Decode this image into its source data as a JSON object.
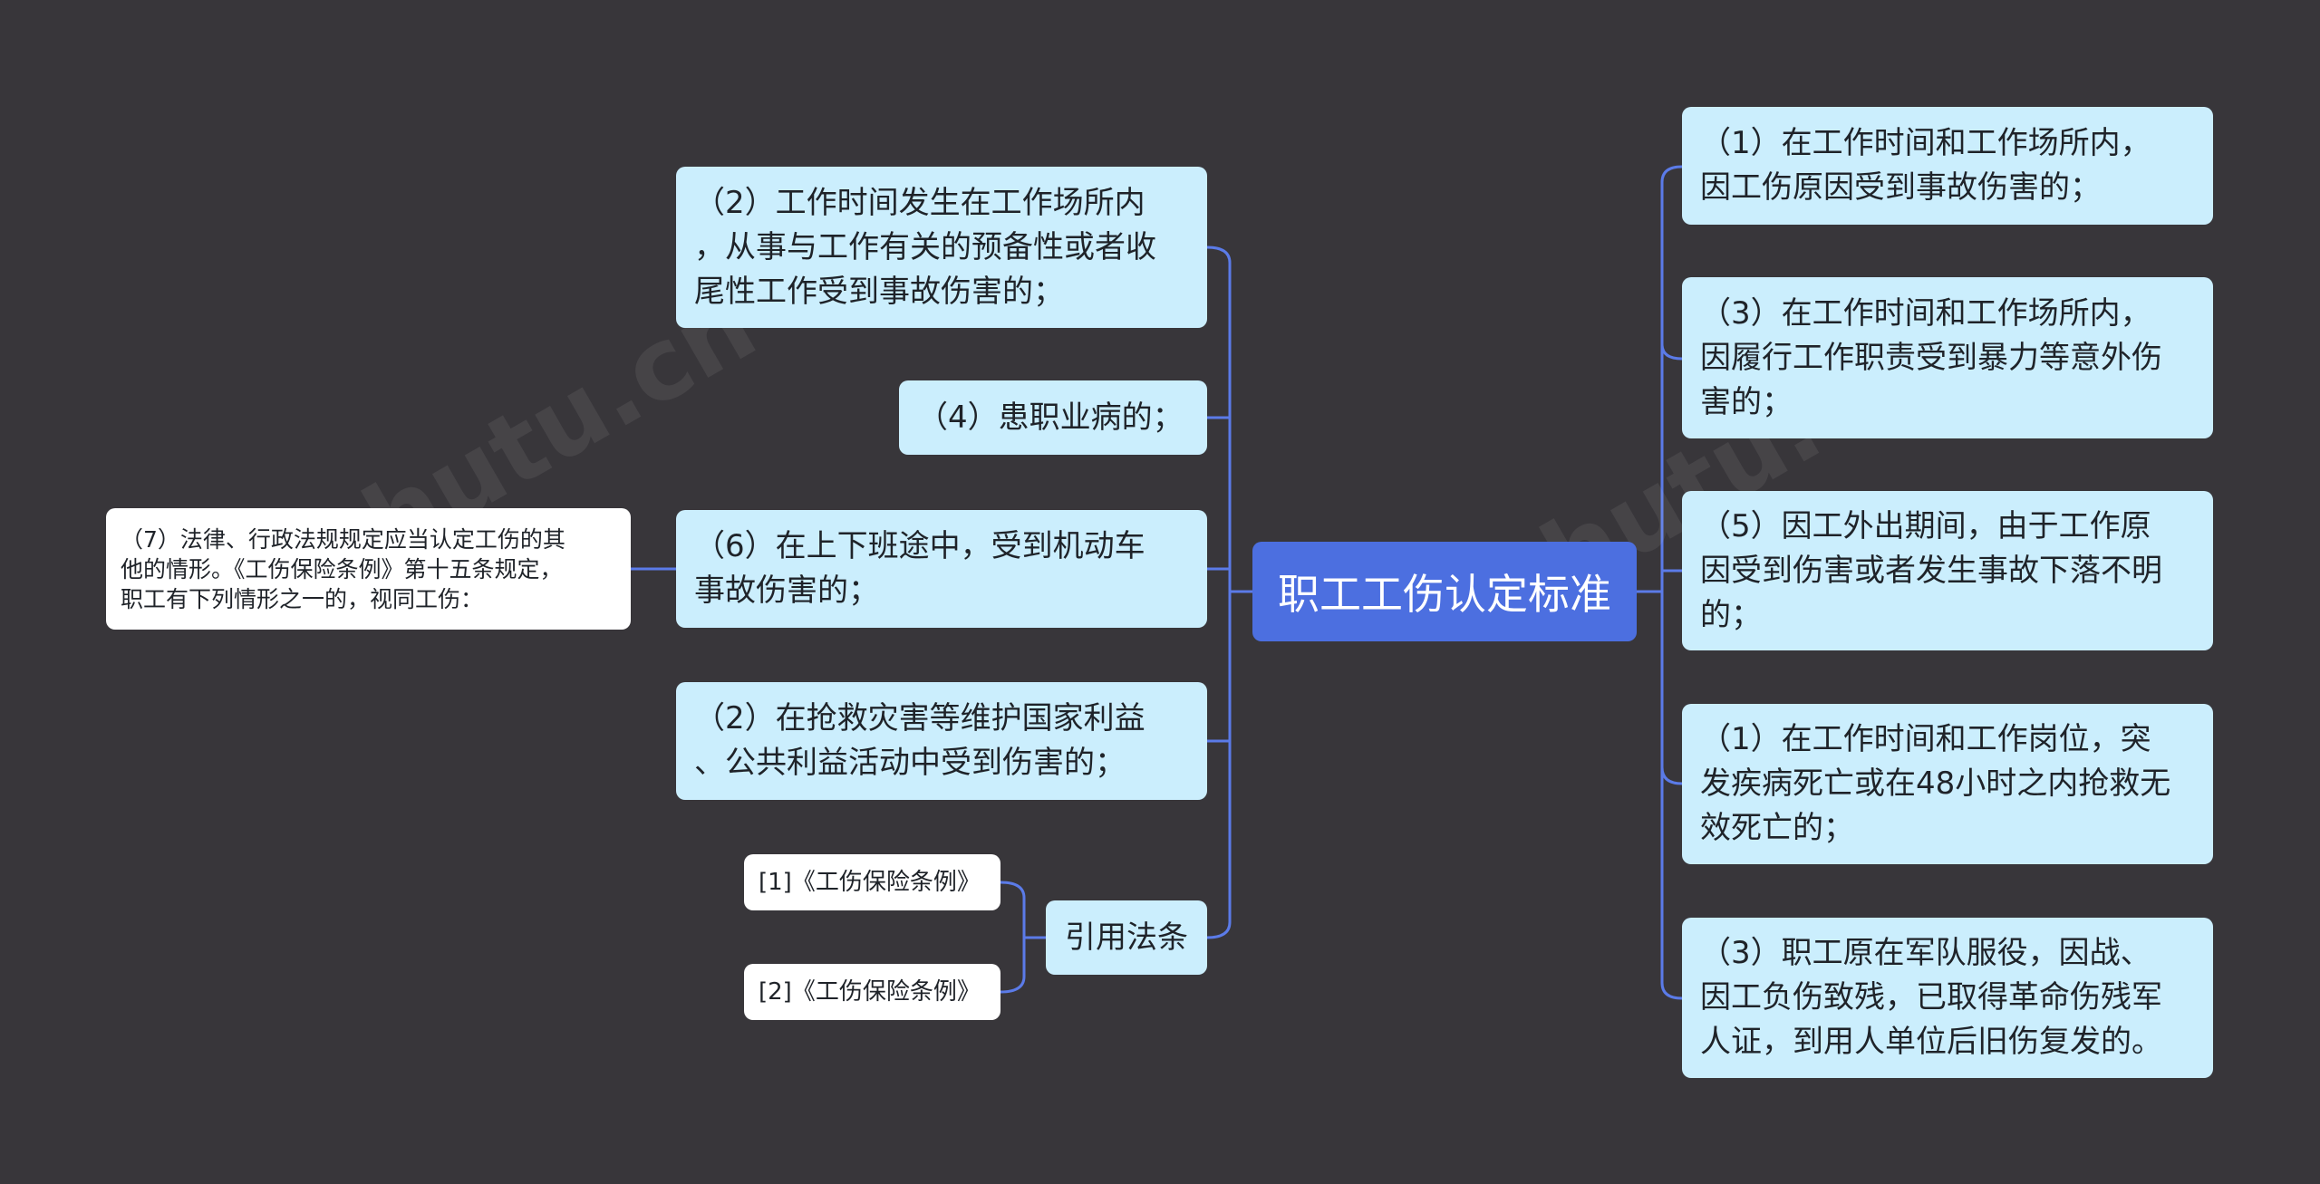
{
  "root": {
    "label": "职工工伤认定标准"
  },
  "left": {
    "items": [
      {
        "label": "（2）工作时间发生在工作场所内\n，从事与工作有关的预备性或者收\n尾性工作受到事故伤害的；"
      },
      {
        "label": "（4）患职业病的；"
      },
      {
        "label": "（6）在上下班途中，受到机动车\n事故伤害的；"
      },
      {
        "label": "（2）在抢救灾害等维护国家利益\n、公共利益活动中受到伤害的；"
      },
      {
        "label": "引用法条"
      }
    ],
    "sub_note": {
      "label": "（7）法律、行政法规规定应当认定工伤的其\n他的情形。《工伤保险条例》第十五条规定，\n职工有下列情形之一的，视同工伤："
    },
    "citations": [
      {
        "label": "[1]《工伤保险条例》"
      },
      {
        "label": "[2]《工伤保险条例》"
      }
    ]
  },
  "right": {
    "items": [
      {
        "label": "（1）在工作时间和工作场所内，\n因工伤原因受到事故伤害的；"
      },
      {
        "label": "（3）在工作时间和工作场所内，\n因履行工作职责受到暴力等意外伤\n害的；"
      },
      {
        "label": "（5）因工外出期间，由于工作原\n因受到伤害或者发生事故下落不明\n的；"
      },
      {
        "label": "（1）在工作时间和工作岗位，突\n发疾病死亡或在48小时之内抢救无\n效死亡的；"
      },
      {
        "label": "（3）职工原在军队服役，因战、\n因工负伤致残，已取得革命伤残军\n人证，到用人单位后旧伤复发的。"
      }
    ]
  },
  "colors": {
    "background": "#38363a",
    "root": "#4c6fe0",
    "node": "#cbeefd",
    "leaf": "#ffffff",
    "connector": "#5b7be8"
  }
}
